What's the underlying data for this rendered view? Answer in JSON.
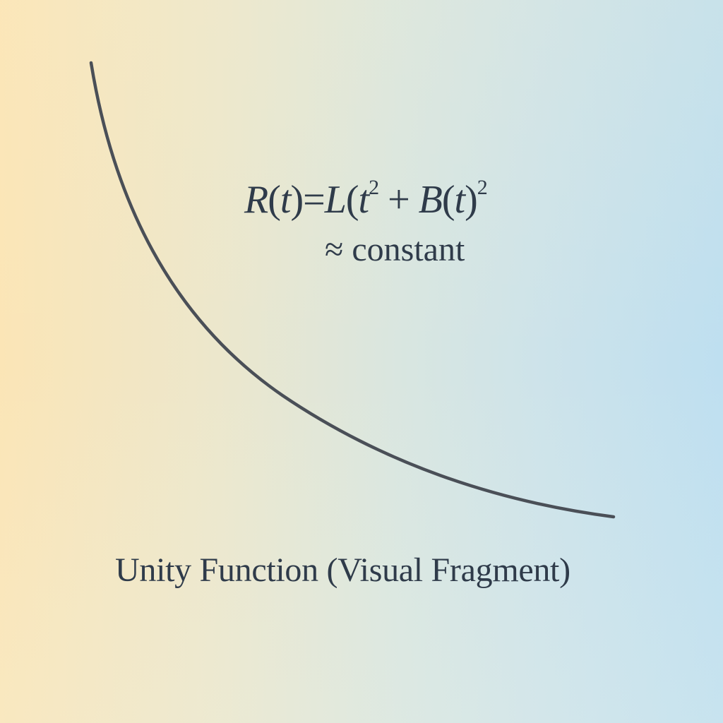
{
  "figure": {
    "formula": {
      "lhs": "R",
      "lhs_open": "(",
      "lhs_var": "t",
      "lhs_close": ")",
      "equals": "=",
      "rhs_L": "L",
      "rhs_open": "(",
      "rhs_t": "t",
      "rhs_t_exp": "2",
      "plus": "+",
      "rhs_B": "B",
      "rhs_B_open": "(",
      "rhs_B_var": "t",
      "rhs_B_close": ")",
      "rhs_B_exp": "2",
      "approx_line": "≈ constant"
    },
    "caption": "Unity Function (Visual Fragment)",
    "curve": {
      "stroke_color": "#4a4f57",
      "stroke_width": 4.5,
      "start": [
        129,
        89
      ],
      "end": [
        869,
        732
      ]
    },
    "colors": {
      "text": "#2f3b4a",
      "background_left": "#fbe5b6",
      "background_right": "#bedff0"
    }
  }
}
